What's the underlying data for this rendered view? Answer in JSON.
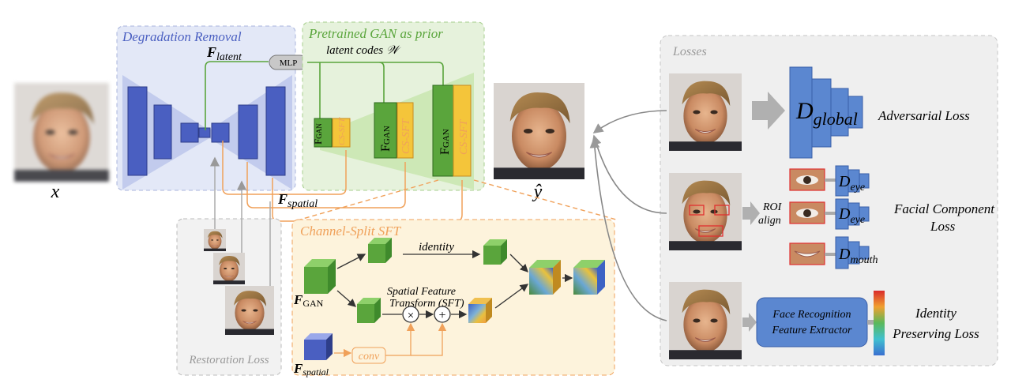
{
  "inputs": {
    "x_label": "x",
    "y_label": "ŷ"
  },
  "degradation_removal": {
    "title": "Degradation Removal",
    "f_latent": "F",
    "f_latent_sub": "latent",
    "mlp": "MLP",
    "f_spatial": "F",
    "f_spatial_sub": "spatial"
  },
  "pretrained_gan": {
    "title": "Pretrained GAN as prior",
    "latent_codes": "latent codes 𝒲",
    "fgan": "F",
    "fgan_sub": "GAN",
    "cs_sft": "CS-SFT"
  },
  "restoration_loss": {
    "title": "Restoration Loss"
  },
  "csft": {
    "title": "Channel-Split SFT",
    "identity": "identity",
    "sft_line1": "Spatial Feature",
    "sft_line2": "Transform (SFT)",
    "fgan": "F",
    "fgan_sub": "GAN",
    "fspatial": "F",
    "fspatial_sub": "spatial",
    "conv": "conv",
    "multiply": "×",
    "add": "+"
  },
  "losses": {
    "title": "Losses",
    "d_global": "D",
    "d_global_sub": "global",
    "adversarial": "Adversarial Loss",
    "roi_line1": "ROI",
    "roi_line2": "align",
    "d_eye": "D",
    "d_eye_sub": "eye",
    "d_mouth": "D",
    "d_mouth_sub": "mouth",
    "facial_line1": "Facial Component",
    "facial_line2": "Loss",
    "face_rec_line1": "Face Recognition",
    "face_rec_line2": "Feature Extractor",
    "identity_line1": "Identity",
    "identity_line2": "Preserving Loss"
  },
  "colors": {
    "blue_block": "#4a5fc1",
    "blue_panel": "#e3e8f7",
    "green_panel": "#e6f2dc",
    "green_block": "#5aa53c",
    "orange": "#f0a15a",
    "yellow": "#f4c53a",
    "gray_panel": "#efefef"
  }
}
